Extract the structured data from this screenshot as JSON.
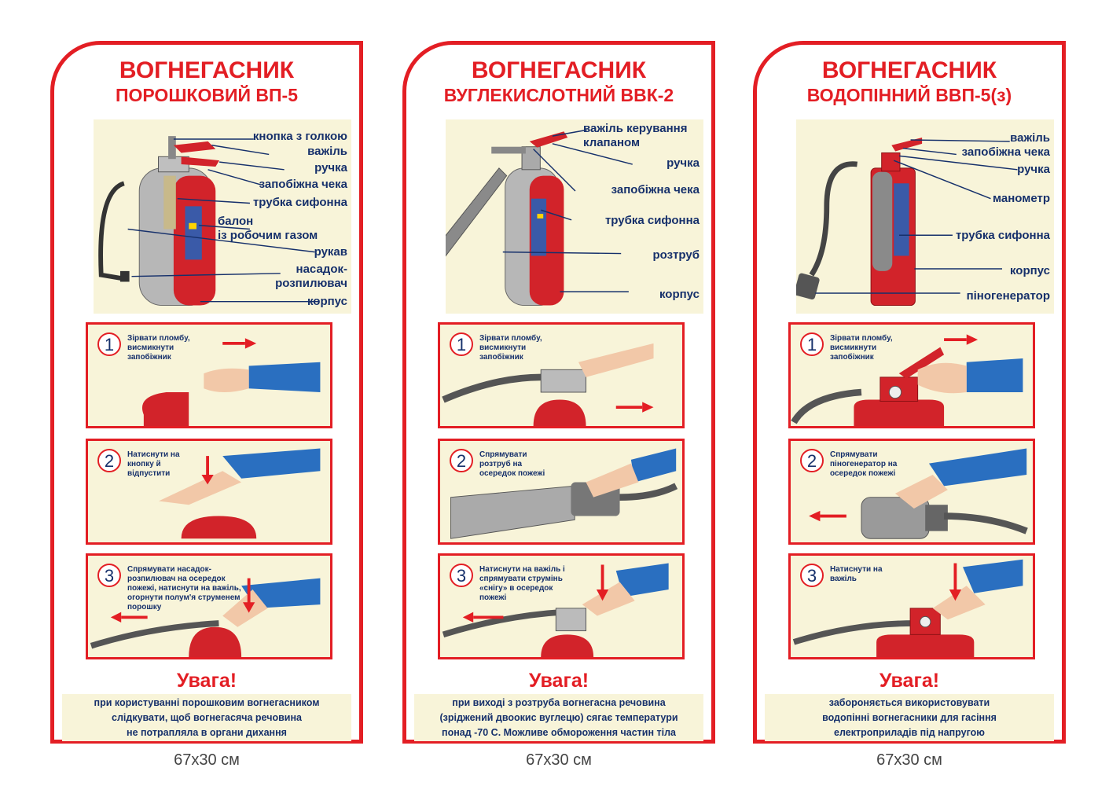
{
  "posters": [
    {
      "title1": "ВОГНЕГАСНИК",
      "title2": "ПОРОШКОВИЙ ВП-5",
      "labels": [
        "кнопка з голкою",
        "важіль",
        "ручка",
        "запобіжна чека",
        "трубка сифонна",
        "балон",
        "із робочим газом",
        "рукав",
        "насадок-",
        "розпилювач",
        "корпус"
      ],
      "steps": [
        {
          "num": "1",
          "text": "Зірвати пломбу, висмикнути запобіжник"
        },
        {
          "num": "2",
          "text": "Натиснути на кнопку й відпустити"
        },
        {
          "num": "3",
          "text": "Спрямувати насадок-розпилювач на осередок пожежі, натиснути на важіль, огорнути полум'я струменем порошку"
        }
      ],
      "warning_title": "Увага!",
      "warning_lines": [
        "при користуванні порошковим вогнегасником",
        "слідкувати, щоб вогнегасяча речовина",
        "не потрапляла в органи дихання"
      ],
      "size": "67x30 см"
    },
    {
      "title1": "ВОГНЕГАСНИК",
      "title2": "ВУГЛЕКИСЛОТНИЙ ВВК-2",
      "labels": [
        "важіль керування",
        "клапаном",
        "ручка",
        "запобіжна чека",
        "трубка сифонна",
        "розтруб",
        "корпус"
      ],
      "steps": [
        {
          "num": "1",
          "text": "Зірвати пломбу, висмикнути запобіжник"
        },
        {
          "num": "2",
          "text": "Спрямувати розтруб на осередок пожежі"
        },
        {
          "num": "3",
          "text": "Натиснути на важіль і спрямувати струмінь «снігу» в осередок пожежі"
        }
      ],
      "warning_title": "Увага!",
      "warning_lines": [
        "при виході з розтруба вогнегасна речовина",
        "(зріджений двоокис вуглецю) сягає температури",
        "понад -70 С. Можливе обмороження частин тіла"
      ],
      "size": "67x30 см"
    },
    {
      "title1": "ВОГНЕГАСНИК",
      "title2": "ВОДОПІННИЙ ВВП-5(з)",
      "labels": [
        "важіль",
        "запобіжна чека",
        "ручка",
        "манометр",
        "трубка сифонна",
        "корпус",
        "піногенератор"
      ],
      "steps": [
        {
          "num": "1",
          "text": "Зірвати пломбу, висмикнути запобіжник"
        },
        {
          "num": "2",
          "text": "Спрямувати піногенератор на осередок пожежі"
        },
        {
          "num": "3",
          "text": "Натиснути на важіль"
        }
      ],
      "warning_title": "Увага!",
      "warning_lines": [
        "забороняється використовувати",
        "водопінні вогнегасники для гасіння",
        "електроприладів під напругою"
      ],
      "size": "67x30 см"
    }
  ],
  "colors": {
    "red": "#e31e24",
    "navy": "#16306b",
    "cream": "#f8f4d9"
  }
}
